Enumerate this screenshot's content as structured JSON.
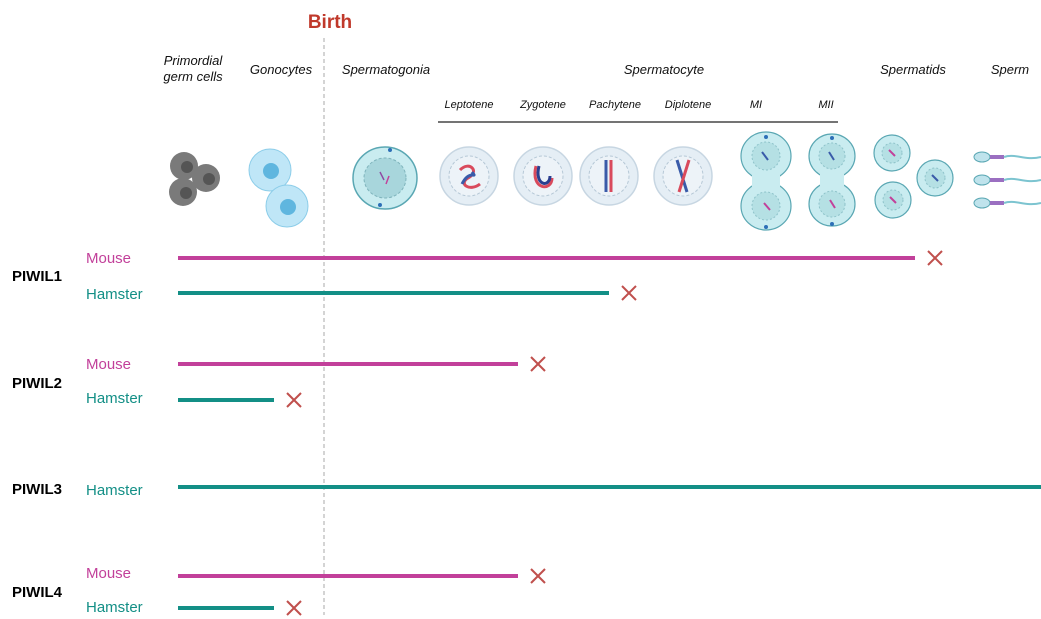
{
  "birth_label": "Birth",
  "stages": [
    {
      "id": "pgc",
      "line1": "Primordial",
      "line2": "germ cells"
    },
    {
      "id": "gonocytes",
      "line1": "Gonocytes"
    },
    {
      "id": "spermatogonia",
      "line1": "Spermatogonia"
    },
    {
      "id": "spermatocyte",
      "line1": "Spermatocyte"
    },
    {
      "id": "spermatids",
      "line1": "Spermatids"
    },
    {
      "id": "sperm",
      "line1": "Sperm"
    }
  ],
  "substages": [
    "Leptotene",
    "Zygotene",
    "Pachytene",
    "Diplotene",
    "MI",
    "MII"
  ],
  "colors": {
    "mouse": "#c2409a",
    "hamster": "#138f86",
    "end_marker": "#c0504d",
    "birth": "#c0392b"
  },
  "genes": [
    {
      "name": "PIWIL1",
      "rows": [
        {
          "species": "Mouse",
          "end_stage": "Spermatids",
          "terminates": true
        },
        {
          "species": "Hamster",
          "end_stage": "Pachytene",
          "terminates": true
        }
      ]
    },
    {
      "name": "PIWIL2",
      "rows": [
        {
          "species": "Mouse",
          "end_stage": "Zygotene",
          "terminates": true
        },
        {
          "species": "Hamster",
          "end_stage": "Gonocytes",
          "terminates": true
        }
      ]
    },
    {
      "name": "PIWIL3",
      "rows": [
        {
          "species": "Hamster",
          "end_stage": "Sperm",
          "terminates": false
        }
      ]
    },
    {
      "name": "PIWIL4",
      "rows": [
        {
          "species": "Mouse",
          "end_stage": "Zygotene",
          "terminates": true
        },
        {
          "species": "Hamster",
          "end_stage": "Gonocytes",
          "terminates": true
        }
      ]
    }
  ]
}
